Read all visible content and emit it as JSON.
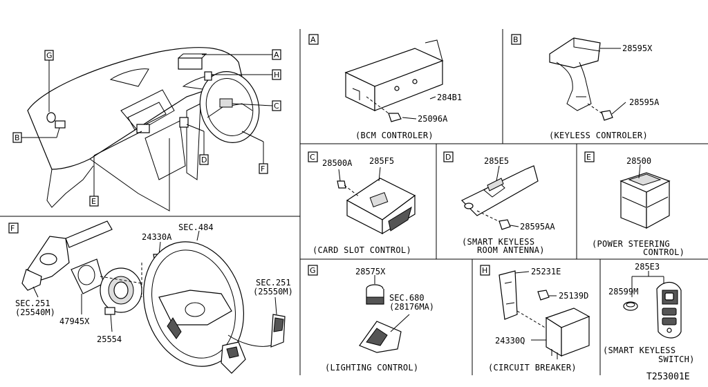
{
  "drawing_id": "T253001E",
  "panels": {
    "A": {
      "letter": "A",
      "caption": "(BCM CONTROLER)",
      "parts": [
        "284B1",
        "25096A"
      ]
    },
    "B": {
      "letter": "B",
      "caption": "(KEYLESS CONTROLER)",
      "parts": [
        "28595X",
        "28595A"
      ]
    },
    "C": {
      "letter": "C",
      "caption": "(CARD SLOT CONTROL)",
      "parts": [
        "28500A",
        "285F5"
      ]
    },
    "D": {
      "letter": "D",
      "caption_line1": "(SMART KEYLESS",
      "caption_line2": "ROOM ANTENNA)",
      "parts": [
        "285E5",
        "28595AA"
      ]
    },
    "E": {
      "letter": "E",
      "caption_line1": "(POWER STEERING",
      "caption_line2": "CONTROL)",
      "parts": [
        "28500"
      ]
    },
    "F": {
      "letter": "F",
      "parts": [
        "24330A",
        "SEC.484",
        "SEC.251",
        "(25540M)",
        "47945X",
        "25554",
        "SEC.251",
        "(25550M)"
      ]
    },
    "G": {
      "letter": "G",
      "caption": "(LIGHTING CONTROL)",
      "parts": [
        "28575X",
        "SEC.680",
        "(28176MA)"
      ]
    },
    "H": {
      "letter": "H",
      "caption": "(CIRCUIT BREAKER)",
      "parts": [
        "25231E",
        "25139D",
        "24330Q"
      ]
    },
    "I": {
      "caption_line1": "(SMART KEYLESS",
      "caption_line2": "SWITCH)",
      "parts": [
        "285E3",
        "28599M"
      ]
    }
  },
  "overview_tags": [
    "G",
    "A",
    "H",
    "C",
    "B",
    "D",
    "F",
    "E"
  ]
}
